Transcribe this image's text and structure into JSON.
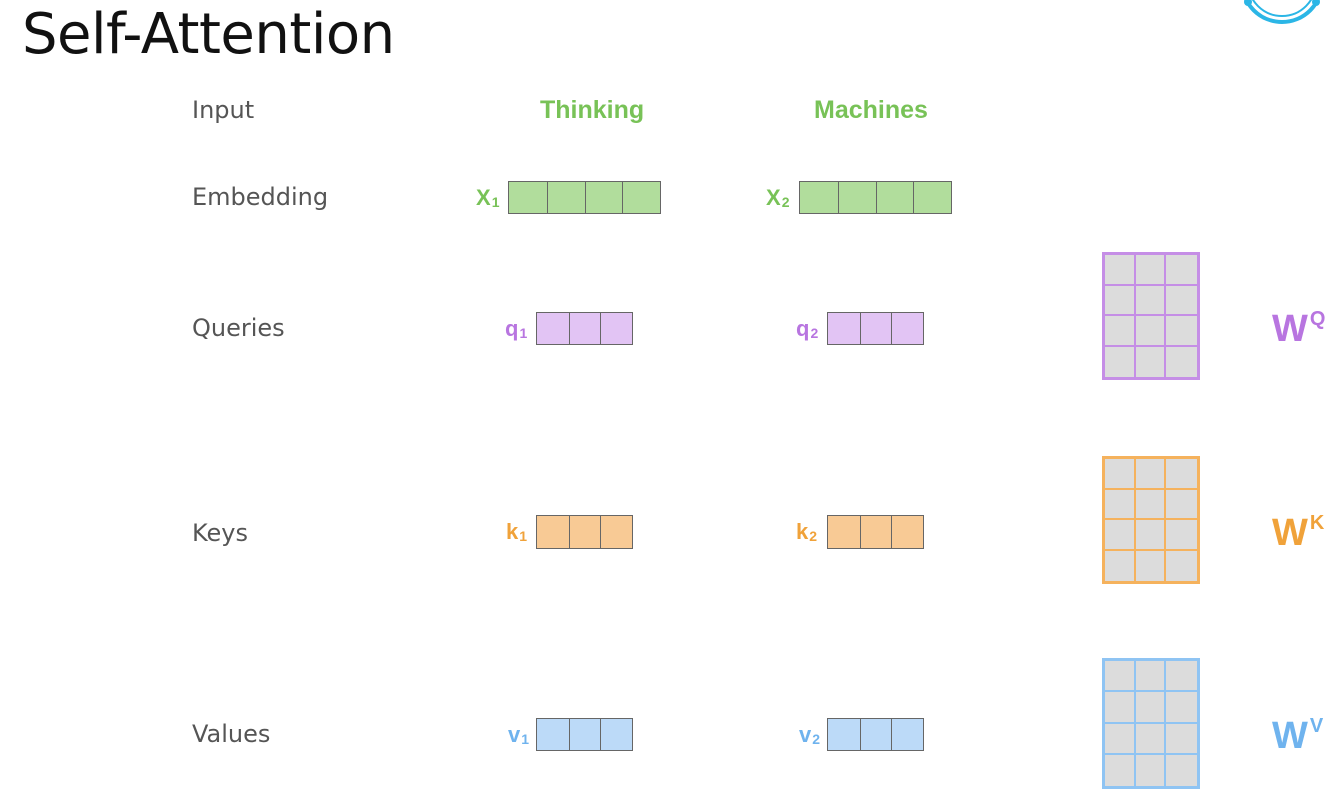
{
  "title": "Self-Attention",
  "colors": {
    "green": "#78c257",
    "green_fill": "#b1dd9c",
    "purple": "#b875e0",
    "purple_fill": "#e2c4f4",
    "orange": "#f0a23a",
    "orange_fill": "#f8ca95",
    "blue": "#6fb3ee",
    "blue_fill": "#bcdaf8",
    "matrix_cell": "#dcdcdc"
  },
  "rows": {
    "input": "Input",
    "embedding": "Embedding",
    "queries": "Queries",
    "keys": "Keys",
    "values": "Values"
  },
  "words": [
    "Thinking",
    "Machines"
  ],
  "embeddings": [
    {
      "base": "X",
      "sub": "1"
    },
    {
      "base": "X",
      "sub": "2"
    }
  ],
  "queries": [
    {
      "base": "q",
      "sub": "1"
    },
    {
      "base": "q",
      "sub": "2"
    }
  ],
  "keys": [
    {
      "base": "k",
      "sub": "1"
    },
    {
      "base": "k",
      "sub": "2"
    }
  ],
  "values": [
    {
      "base": "v",
      "sub": "1"
    },
    {
      "base": "v",
      "sub": "2"
    }
  ],
  "weights": [
    {
      "base": "W",
      "sup": "Q"
    },
    {
      "base": "W",
      "sup": "K"
    },
    {
      "base": "W",
      "sup": "V"
    }
  ]
}
